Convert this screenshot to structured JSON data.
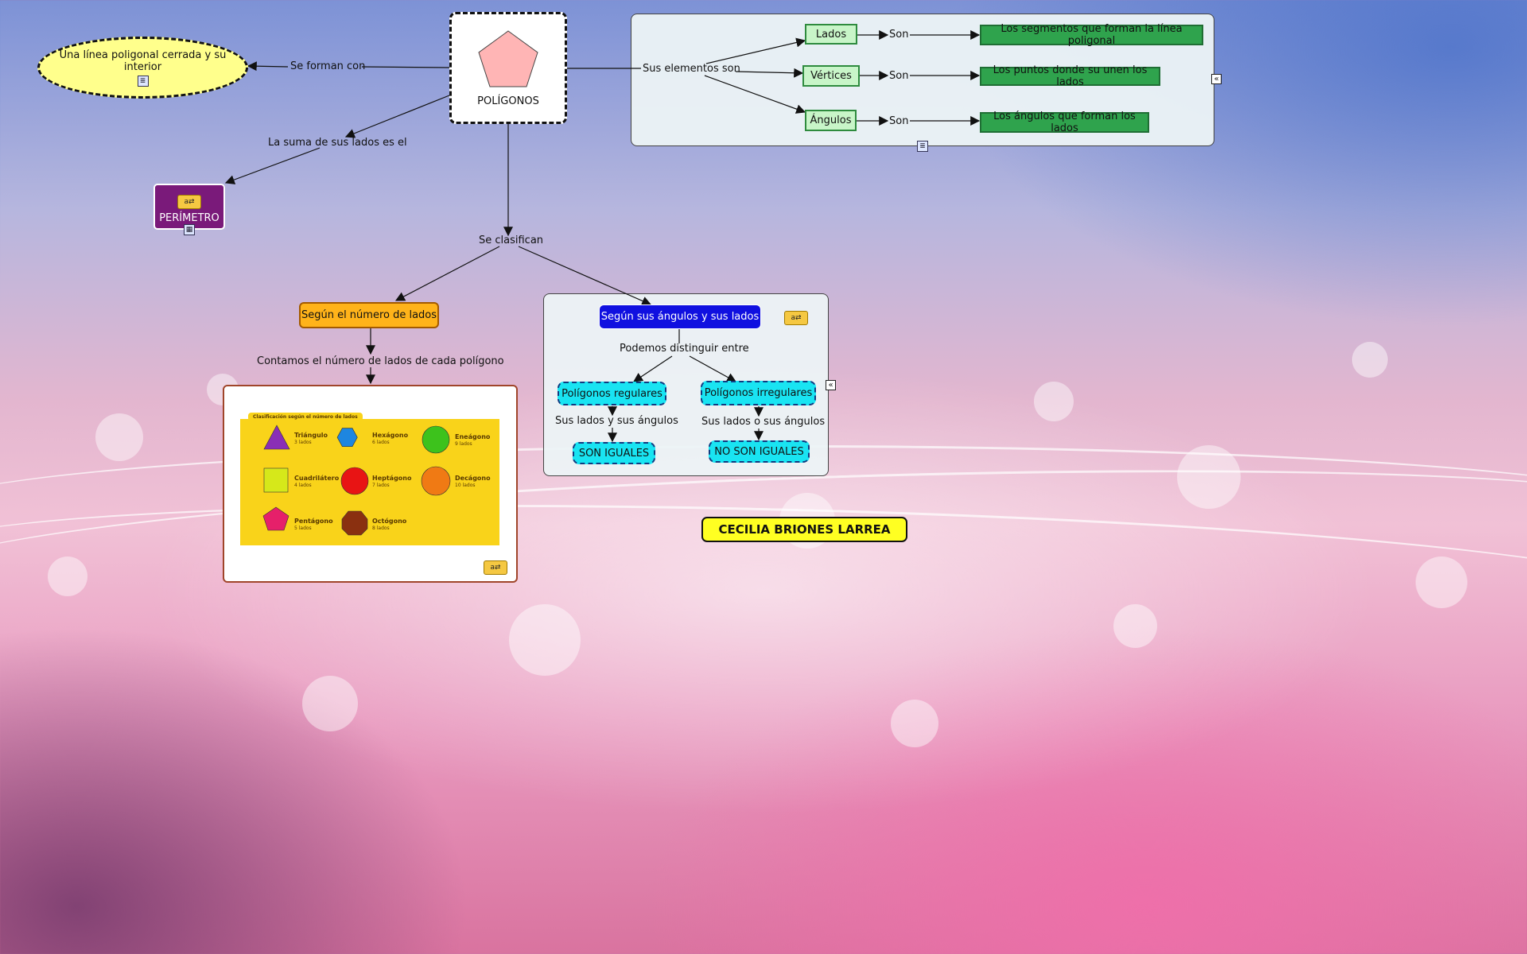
{
  "nodes": {
    "center": "POLÍGONOS",
    "definition": "Una línea poligonal cerrada y su interior",
    "perimetro": "PERÍMETRO",
    "by_sides": "Según el número de lados",
    "by_angles": "Según sus ángulos y sus lados",
    "regulares": "Polígonos regulares",
    "irregulares": "Polígonos irregulares",
    "son_iguales": "SON IGUALES",
    "no_son_iguales": "NO SON IGUALES",
    "lados": "Lados",
    "vertices": "Vértices",
    "angulos": "Ángulos",
    "lados_def": "Los segmentos que forman la línea poligonal",
    "vertices_def": "Los puntos donde su unen los lados",
    "angulos_def": "Los ángulos que forman los lados",
    "author": "CECILIA BRIONES LARREA"
  },
  "links": {
    "se_forman_con": "Se forman con",
    "suma_lados": "La suma de sus lados es el",
    "se_clasifican": "Se clasifican",
    "sus_elementos": "Sus elementos son",
    "son1": "Son",
    "son2": "Son",
    "son3": "Son",
    "contamos": "Contamos el número de lados de cada polígono",
    "podemos": "Podemos distinguir entre",
    "sus_lados_y": "Sus lados y sus ángulos",
    "sus_lados_o": "Sus lados o sus ángulos"
  },
  "image_panel": {
    "header": "Clasificación según el número de lados",
    "shapes": [
      {
        "name": "Triángulo",
        "sides": "3 lados"
      },
      {
        "name": "Hexágono",
        "sides": "6 lados"
      },
      {
        "name": "Eneágono",
        "sides": "9 lados"
      },
      {
        "name": "Cuadrilátero",
        "sides": "4 lados"
      },
      {
        "name": "Heptágono",
        "sides": "7 lados"
      },
      {
        "name": "Decágono",
        "sides": "10 lados"
      },
      {
        "name": "Pentágono",
        "sides": "5 lados"
      },
      {
        "name": "Octógono",
        "sides": "8 lados"
      }
    ]
  },
  "colors": {
    "center_fill": "#ffb5b5",
    "definition_fill": "#ffff8c",
    "perimetro_fill": "#7a1a7a",
    "by_sides_fill": "#ffb31a",
    "by_angles_fill": "#1010e0",
    "author_fill": "#ffff22"
  },
  "icons": {
    "resource": "document-icon",
    "concept": "concept-map-icon",
    "collapse": "collapse-arrows-icon"
  }
}
